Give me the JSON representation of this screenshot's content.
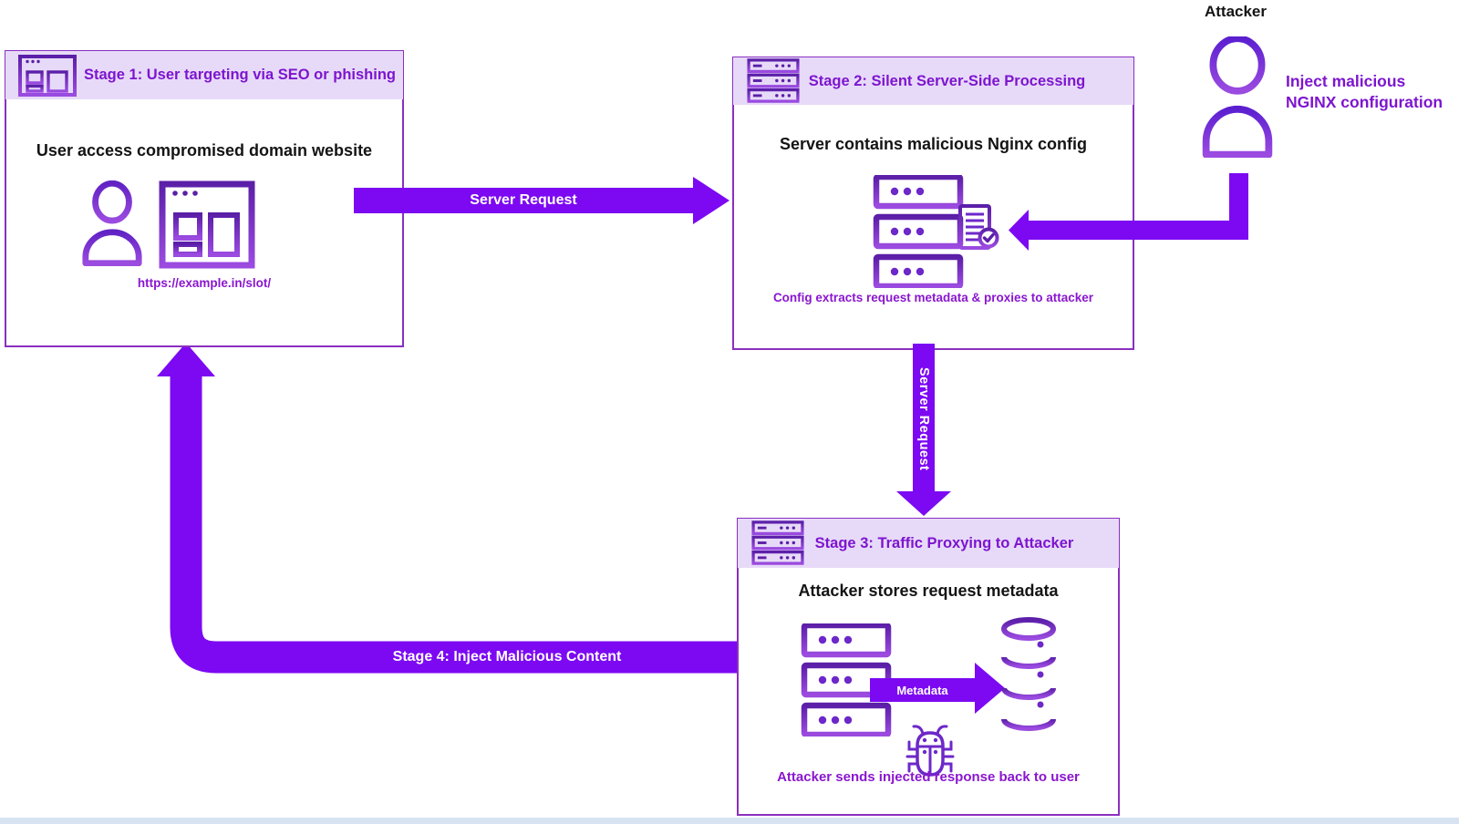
{
  "colors": {
    "accent": "#7C09F2",
    "box_border": "#8A2FC0",
    "header_bg": "#E7DAF8",
    "title_text": "#7D15CF",
    "caption_text": "#8A16CF",
    "ink": "#141414",
    "arrow_label": "#FFFFFF",
    "bottom_strip": "#D7E3F1"
  },
  "stage1": {
    "title": "Stage 1: User targeting via SEO or phishing",
    "heading": "User access compromised domain website",
    "url": "https://example.in/slot/"
  },
  "stage2": {
    "title": "Stage 2: Silent Server-Side Processing",
    "heading": "Server contains malicious Nginx config",
    "caption": "Config extracts request metadata & proxies to attacker"
  },
  "stage3": {
    "title": "Stage 3: Traffic Proxying to Attacker",
    "heading": "Attacker stores request metadata",
    "metadata_label": "Metadata",
    "caption": "Attacker sends injected response back to user"
  },
  "attacker": {
    "label": "Attacker",
    "action_line1": "Inject malicious",
    "action_line2": "NGINX configuration"
  },
  "arrows": {
    "server_request_horizontal": "Server Request",
    "server_request_vertical": "Server Request",
    "stage4": "Stage 4: Inject Malicious Content"
  },
  "icons": {
    "stage1_header": "browser-icon",
    "stage2_header": "server-rack-icon",
    "stage3_header": "server-rack-icon",
    "stage1_body": [
      "user-icon",
      "browser-window-icon"
    ],
    "stage2_body": [
      "server-stack-icon",
      "config-check-document-icon"
    ],
    "stage3_body": [
      "server-stack-icon",
      "database-icon",
      "bug-icon"
    ],
    "attacker": "user-icon"
  }
}
